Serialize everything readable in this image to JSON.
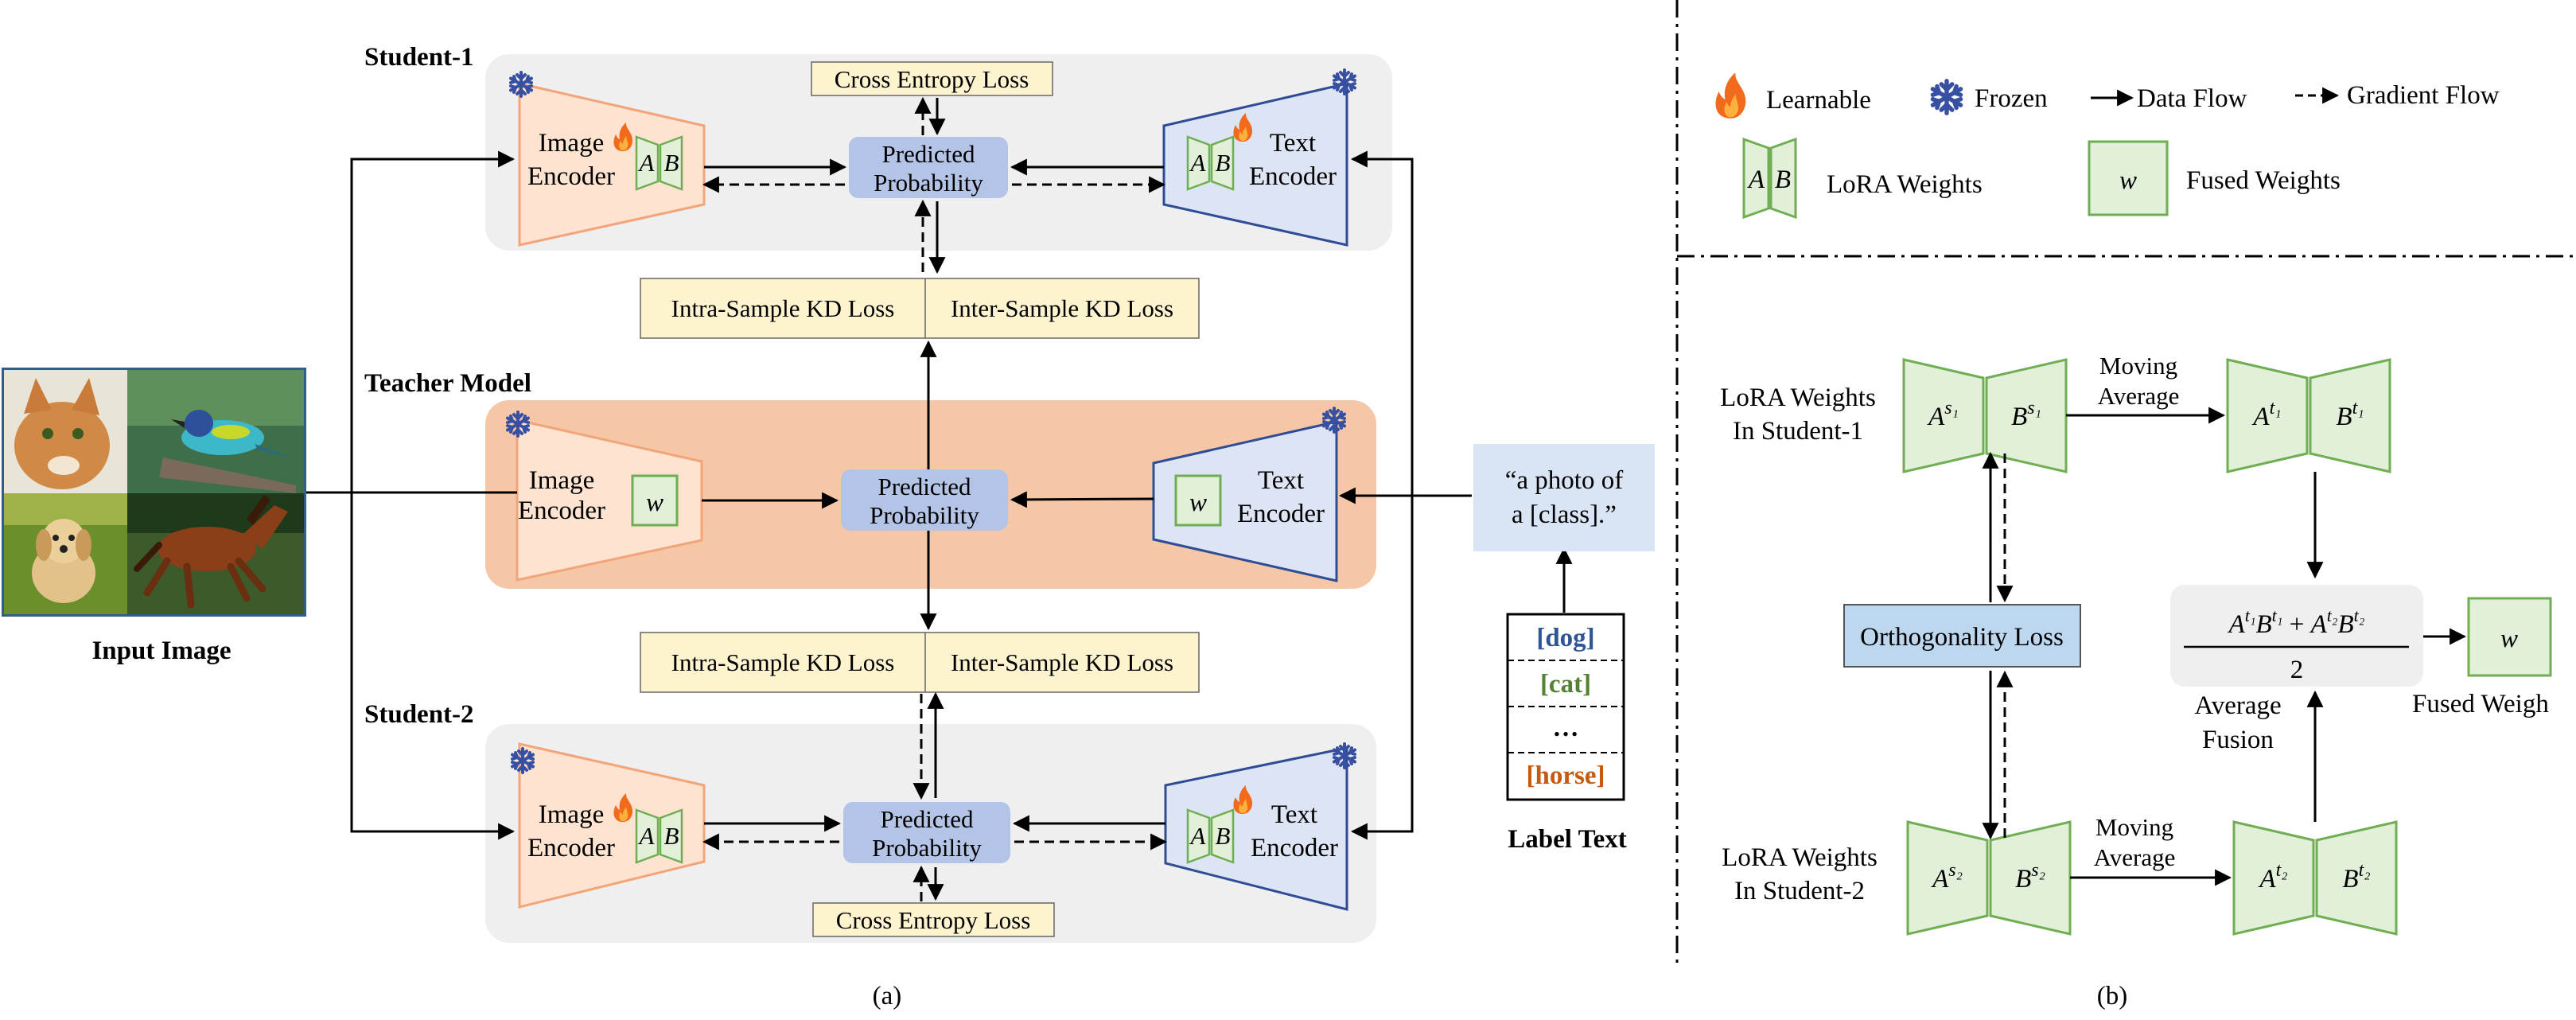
{
  "panel_a": {
    "caption": "(a)",
    "input_image_label": "Input Image",
    "student1_title": "Student-1",
    "student2_title": "Student-2",
    "teacher_title": "Teacher Model",
    "image_encoder": [
      "Image",
      "Encoder"
    ],
    "text_encoder": [
      "Text",
      "Encoder"
    ],
    "predicted_probability": [
      "Predicted",
      "Probability"
    ],
    "cross_entropy_loss": "Cross Entropy Loss",
    "intra_kd_loss": "Intra-Sample KD Loss",
    "inter_kd_loss": "Inter-Sample KD Loss",
    "prompt_text": [
      "“a photo of",
      "a [class].”"
    ],
    "label_list": [
      "[dog]",
      "[cat]",
      "…",
      "[horse]"
    ],
    "label_text_caption": "Label Text",
    "lora_a": "A",
    "lora_b": "B",
    "fused_w": "w"
  },
  "legend": {
    "learnable": "Learnable",
    "frozen": "Frozen",
    "data_flow": "Data Flow",
    "gradient_flow": "Gradient Flow",
    "lora_weights": "LoRA Weights",
    "fused_weights": "Fused Weights"
  },
  "panel_b": {
    "caption": "(b)",
    "lora_student1": [
      "LoRA Weights",
      "In Student-1"
    ],
    "lora_student2": [
      "LoRA Weights",
      "In Student-2"
    ],
    "moving_average": [
      "Moving",
      "Average"
    ],
    "orthogonality_loss": "Orthogonality Loss",
    "average_fusion": [
      "Average",
      "Fusion"
    ],
    "fused_weights_label": "Fused Weigh",
    "fraction_denominator": "2"
  },
  "colors": {
    "student_bg": "#efefef",
    "teacher_bg": "#f6c7a7",
    "image_encoder_fill": "#fde3d0",
    "image_encoder_stroke": "#f2a47a",
    "text_encoder_fill": "#dde4f3",
    "text_encoder_stroke": "#2e4d96",
    "prob_fill": "#b3c4e6",
    "loss_fill": "#fdf3cf",
    "lora_fill": "#e2efd9",
    "lora_stroke": "#6fae52",
    "orth_fill": "#bdd7ee",
    "prompt_fill": "#d9e4f4",
    "snow": "#3850a2",
    "flame": "#f26a1b",
    "dog_color": "#2f5597",
    "cat_color": "#548235",
    "horse_color": "#c55a11"
  }
}
